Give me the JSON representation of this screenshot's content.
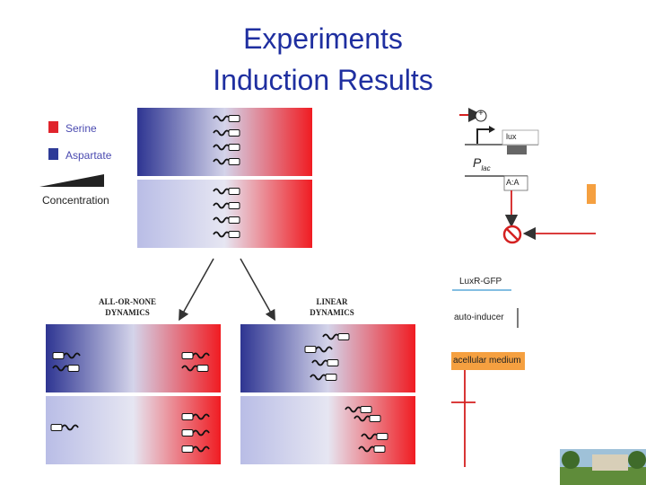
{
  "title": {
    "line1": "Experiments",
    "line2": "Induction Results"
  },
  "legend": {
    "serine": "Serine",
    "aspartate": "Aspartate",
    "concentration": "Concentration"
  },
  "colors": {
    "serine": "#e0242c",
    "aspartate": "#2e3b97",
    "title": "#1f2fa0",
    "circuit_red": "#d42020",
    "orange": "#f5a040"
  },
  "dynamics": {
    "all_or_none": {
      "line1": "ALL-OR-NONE",
      "line2": "DYNAMICS"
    },
    "linear": {
      "line1": "LINEAR",
      "line2": "DYNAMICS"
    }
  },
  "circuit": {
    "plus": "+",
    "label_top": "lux",
    "label_p": "P",
    "label_p_sub": "lac",
    "label_box": "A:A",
    "luxr_gfp": "LuxR-GFP",
    "autoinducer": "auto-inducer",
    "cell_medium": "acellular medium"
  }
}
